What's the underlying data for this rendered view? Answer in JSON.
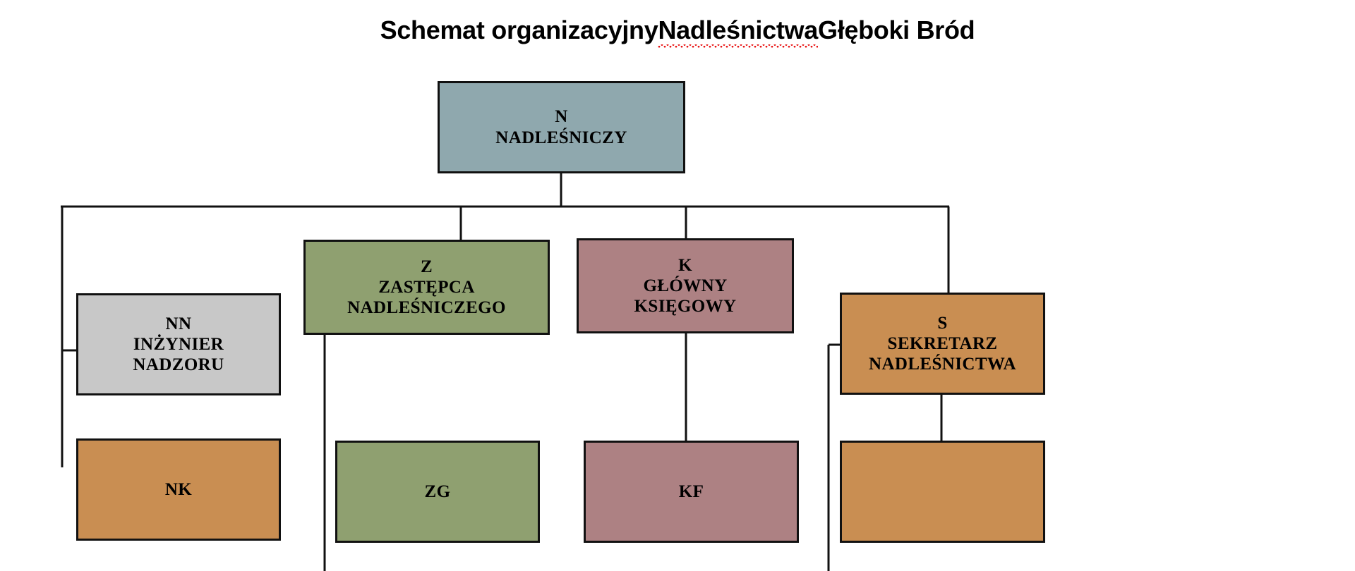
{
  "document": {
    "title_prefix": "Schemat organizacyjny ",
    "title_misspelled": "Nadleśnictwa",
    "title_suffix": " Głęboki Bród",
    "full_title": "Schemat organizacyjny Nadleśnictwa Głęboki Bród",
    "background_color": "#ffffff",
    "spellcheck_underline_color": "#e81818"
  },
  "palette": {
    "root_blue": "#8fa8ae",
    "green": "#8fa070",
    "mauve": "#ad8183",
    "tan": "#c98e52",
    "gray": "#c8c8c8",
    "line": "#111111",
    "text": "#000000"
  },
  "nodes": {
    "n": {
      "code": "N",
      "name_line1": "NADLEŚNICZY",
      "name_line2": "",
      "color": "#8fa8ae"
    },
    "nn": {
      "code": "NN",
      "name_line1": "INŻYNIER",
      "name_line2": "NADZORU",
      "color": "#c8c8c8"
    },
    "z": {
      "code": "Z",
      "name_line1": "ZASTĘPCA",
      "name_line2": "NADLEŚNICZEGO",
      "color": "#8fa070"
    },
    "k": {
      "code": "K",
      "name_line1": "GŁÓWNY",
      "name_line2": "KSIĘGOWY",
      "color": "#ad8183"
    },
    "s": {
      "code": "S",
      "name_line1": "SEKRETARZ",
      "name_line2": "NADLEŚNICTWA",
      "color": "#c98e52"
    },
    "nk": {
      "code": "NK",
      "name_line1": "",
      "name_line2": "",
      "color": "#c98e52"
    },
    "zg": {
      "code": "ZG",
      "name_line1": "",
      "name_line2": "",
      "color": "#8fa070"
    },
    "kf": {
      "code": "KF",
      "name_line1": "",
      "name_line2": "",
      "color": "#ad8183"
    },
    "s_child": {
      "code": "",
      "name_line1": "",
      "name_line2": "",
      "color": "#c98e52"
    }
  },
  "hierarchy": {
    "root": "N",
    "level2": [
      "NN",
      "Z",
      "K",
      "S"
    ],
    "level3": [
      "NK",
      "ZG",
      "KF",
      "S-child"
    ]
  }
}
